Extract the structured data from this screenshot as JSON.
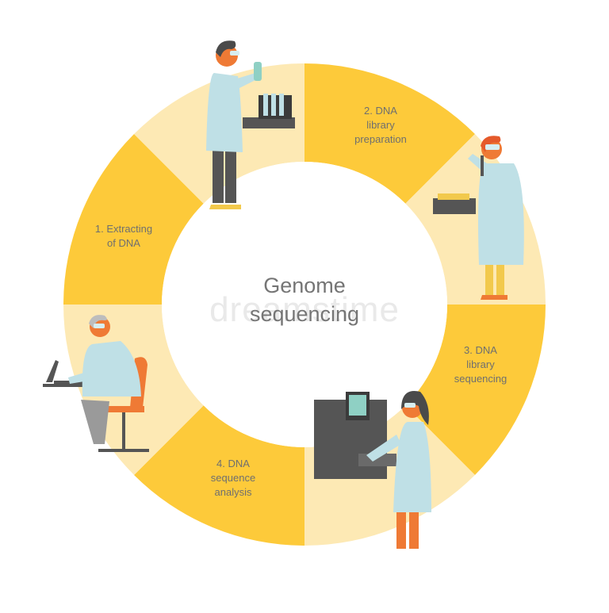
{
  "diagram": {
    "center_title": "Genome\nsequencing",
    "watermark": "dreamstime",
    "steps": [
      {
        "label": "1.  Extracting\nof DNA"
      },
      {
        "label": "2.  DNA\nlibrary\npreparation"
      },
      {
        "label": "3.  DNA\nlibrary\nsequencing"
      },
      {
        "label": "4.  DNA\nsequence\nanalysis"
      }
    ]
  },
  "colors": {
    "dark_segment": "#fdca3a",
    "light_segment": "#fde9b4",
    "coat": "#bfe0e6",
    "skin": "#ef7a35",
    "text": "#6f6f6f"
  }
}
